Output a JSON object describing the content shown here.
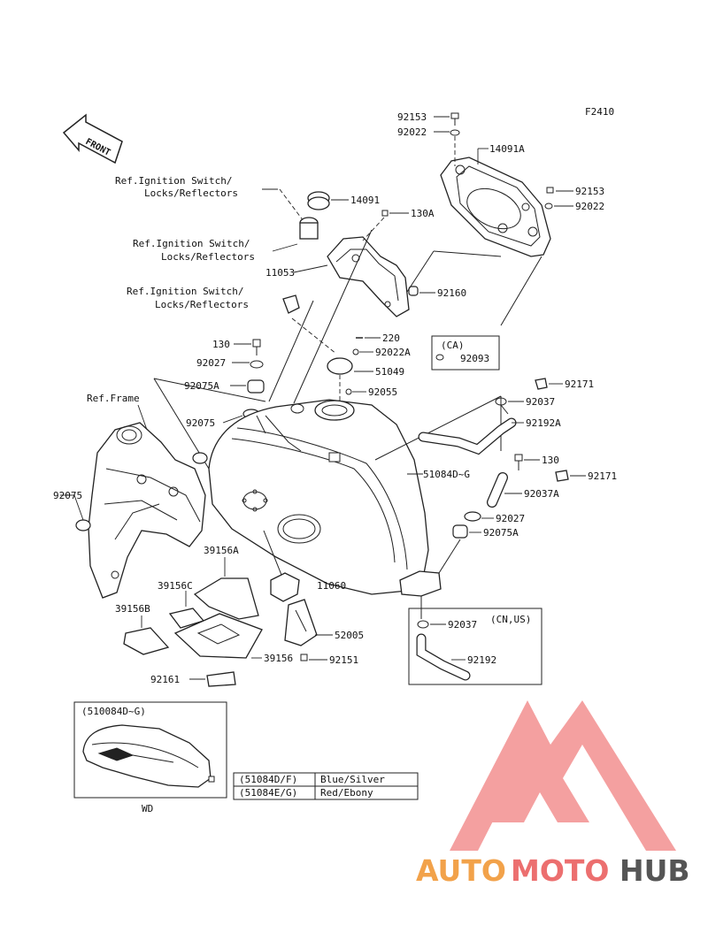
{
  "figure_code": "F2410",
  "front_label": "FRONT",
  "labels": {
    "p92153_top": "92153",
    "p92022_top": "92022",
    "p14091A": "14091A",
    "p92153_right": "92153",
    "p92022_right": "92022",
    "p14091": "14091",
    "p130A": "130A",
    "p11053": "11053",
    "p92160": "92160",
    "p220": "220",
    "p92022A": "92022A",
    "p51049": "51049",
    "p92055": "92055",
    "p130": "130",
    "p92027": "92027",
    "p92075A": "92075A",
    "p92075_mid": "92075",
    "p92075_left": "92075",
    "p92171_a": "92171",
    "p92037": "92037",
    "p92192A": "92192A",
    "p51084DG": "51084D~G",
    "p130_r": "130",
    "p92171_b": "92171",
    "p92037A": "92037A",
    "p92027_r": "92027",
    "p92075A_r": "92075A",
    "p39156A": "39156A",
    "p39156C": "39156C",
    "p39156B": "39156B",
    "p39156": "39156",
    "p11060": "11060",
    "p52005": "52005",
    "p92151": "92151",
    "p92161": "92161",
    "p92037_b": "92037",
    "p92192": "92192"
  },
  "refs": {
    "ignition1_line1": "Ref.Ignition Switch/",
    "ignition1_line2": "Locks/Reflectors",
    "ignition2_line1": "Ref.Ignition Switch/",
    "ignition2_line2": "Locks/Reflectors",
    "ignition3_line1": "Ref.Ignition Switch/",
    "ignition3_line2": "Locks/Reflectors",
    "frame": "Ref.Frame"
  },
  "callouts": {
    "ca_label": "(CA)",
    "ca_part": "92093",
    "cnus_label": "(CN,US)"
  },
  "inset": {
    "title": "(510084D~G)",
    "caption": "WD"
  },
  "color_table": [
    {
      "code": "(51084D/F)",
      "color": "Blue/Silver"
    },
    {
      "code": "(51084E/G)",
      "color": "Red/Ebony"
    }
  ],
  "watermark": {
    "part1": "AUTO",
    "part2": "MOTO",
    "part3": "HUB",
    "color1": "#f2a24a",
    "color2": "#ec6f6f",
    "color3": "#555555",
    "logo_color": "#f08080"
  }
}
